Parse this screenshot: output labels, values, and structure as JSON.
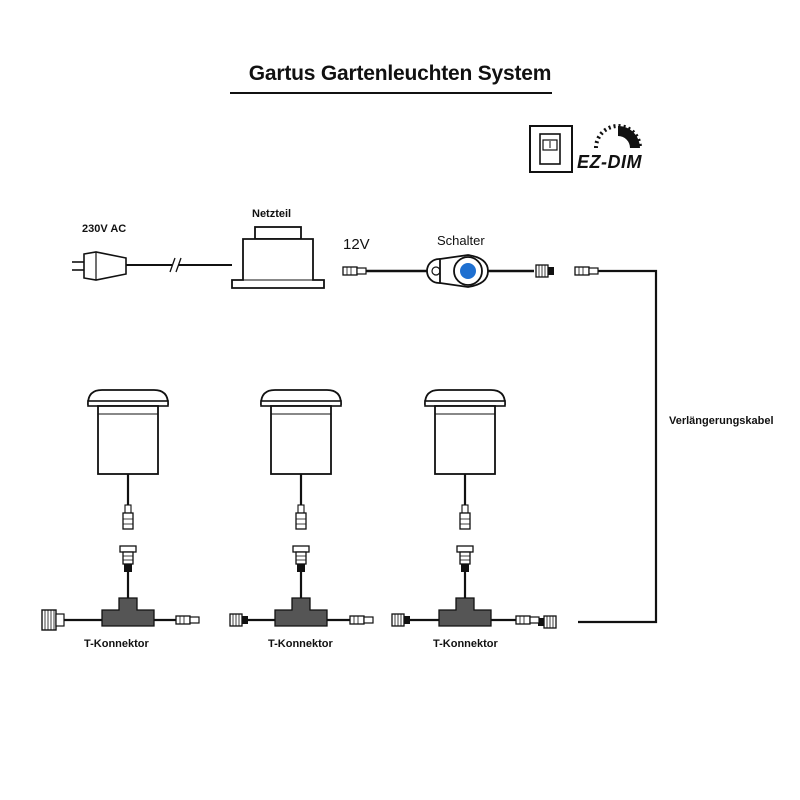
{
  "title": "Gartus Gartenleuchten System",
  "badge": {
    "brand": "EZ-DIM"
  },
  "labels": {
    "voltage_in": "230V AC",
    "power_supply": "Netzteil",
    "voltage_out": "12V",
    "switch": "Schalter",
    "extension_cable": "Verlängerungskabel",
    "t_connector_1": "T-Konnektor",
    "t_connector_2": "T-Konnektor",
    "t_connector_3": "T-Konnektor"
  },
  "colors": {
    "line": "#111111",
    "switch_button": "#1e6fd0",
    "fixture_gray": "#555555"
  }
}
